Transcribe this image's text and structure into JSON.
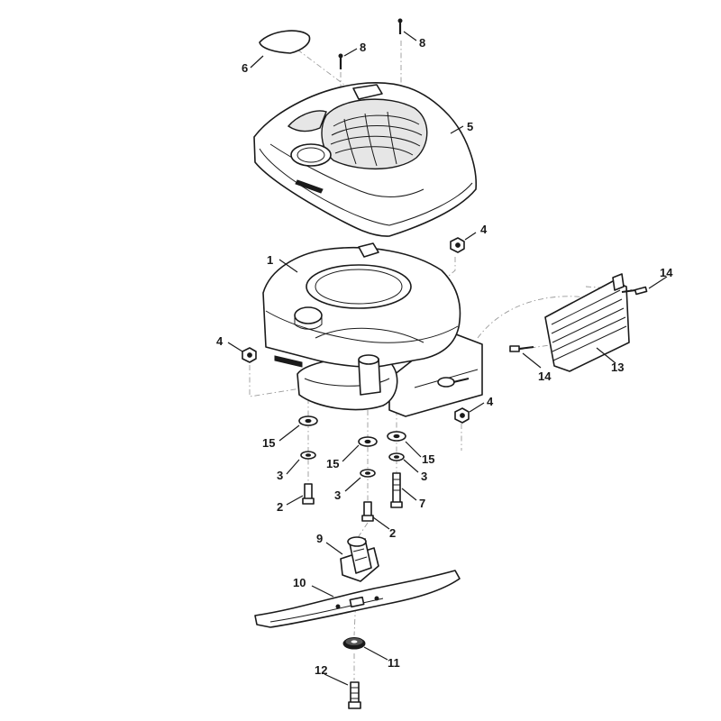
{
  "callouts": {
    "c1": "1",
    "c2a": "2",
    "c2b": "2",
    "c3a": "3",
    "c3b": "3",
    "c3c": "3",
    "c4a": "4",
    "c4b": "4",
    "c4c": "4",
    "c5": "5",
    "c6": "6",
    "c7": "7",
    "c8a": "8",
    "c8b": "8",
    "c9": "9",
    "c10": "10",
    "c11": "11",
    "c12": "12",
    "c13": "13",
    "c14a": "14",
    "c14b": "14",
    "c15a": "15",
    "c15b": "15",
    "c15c": "15"
  }
}
